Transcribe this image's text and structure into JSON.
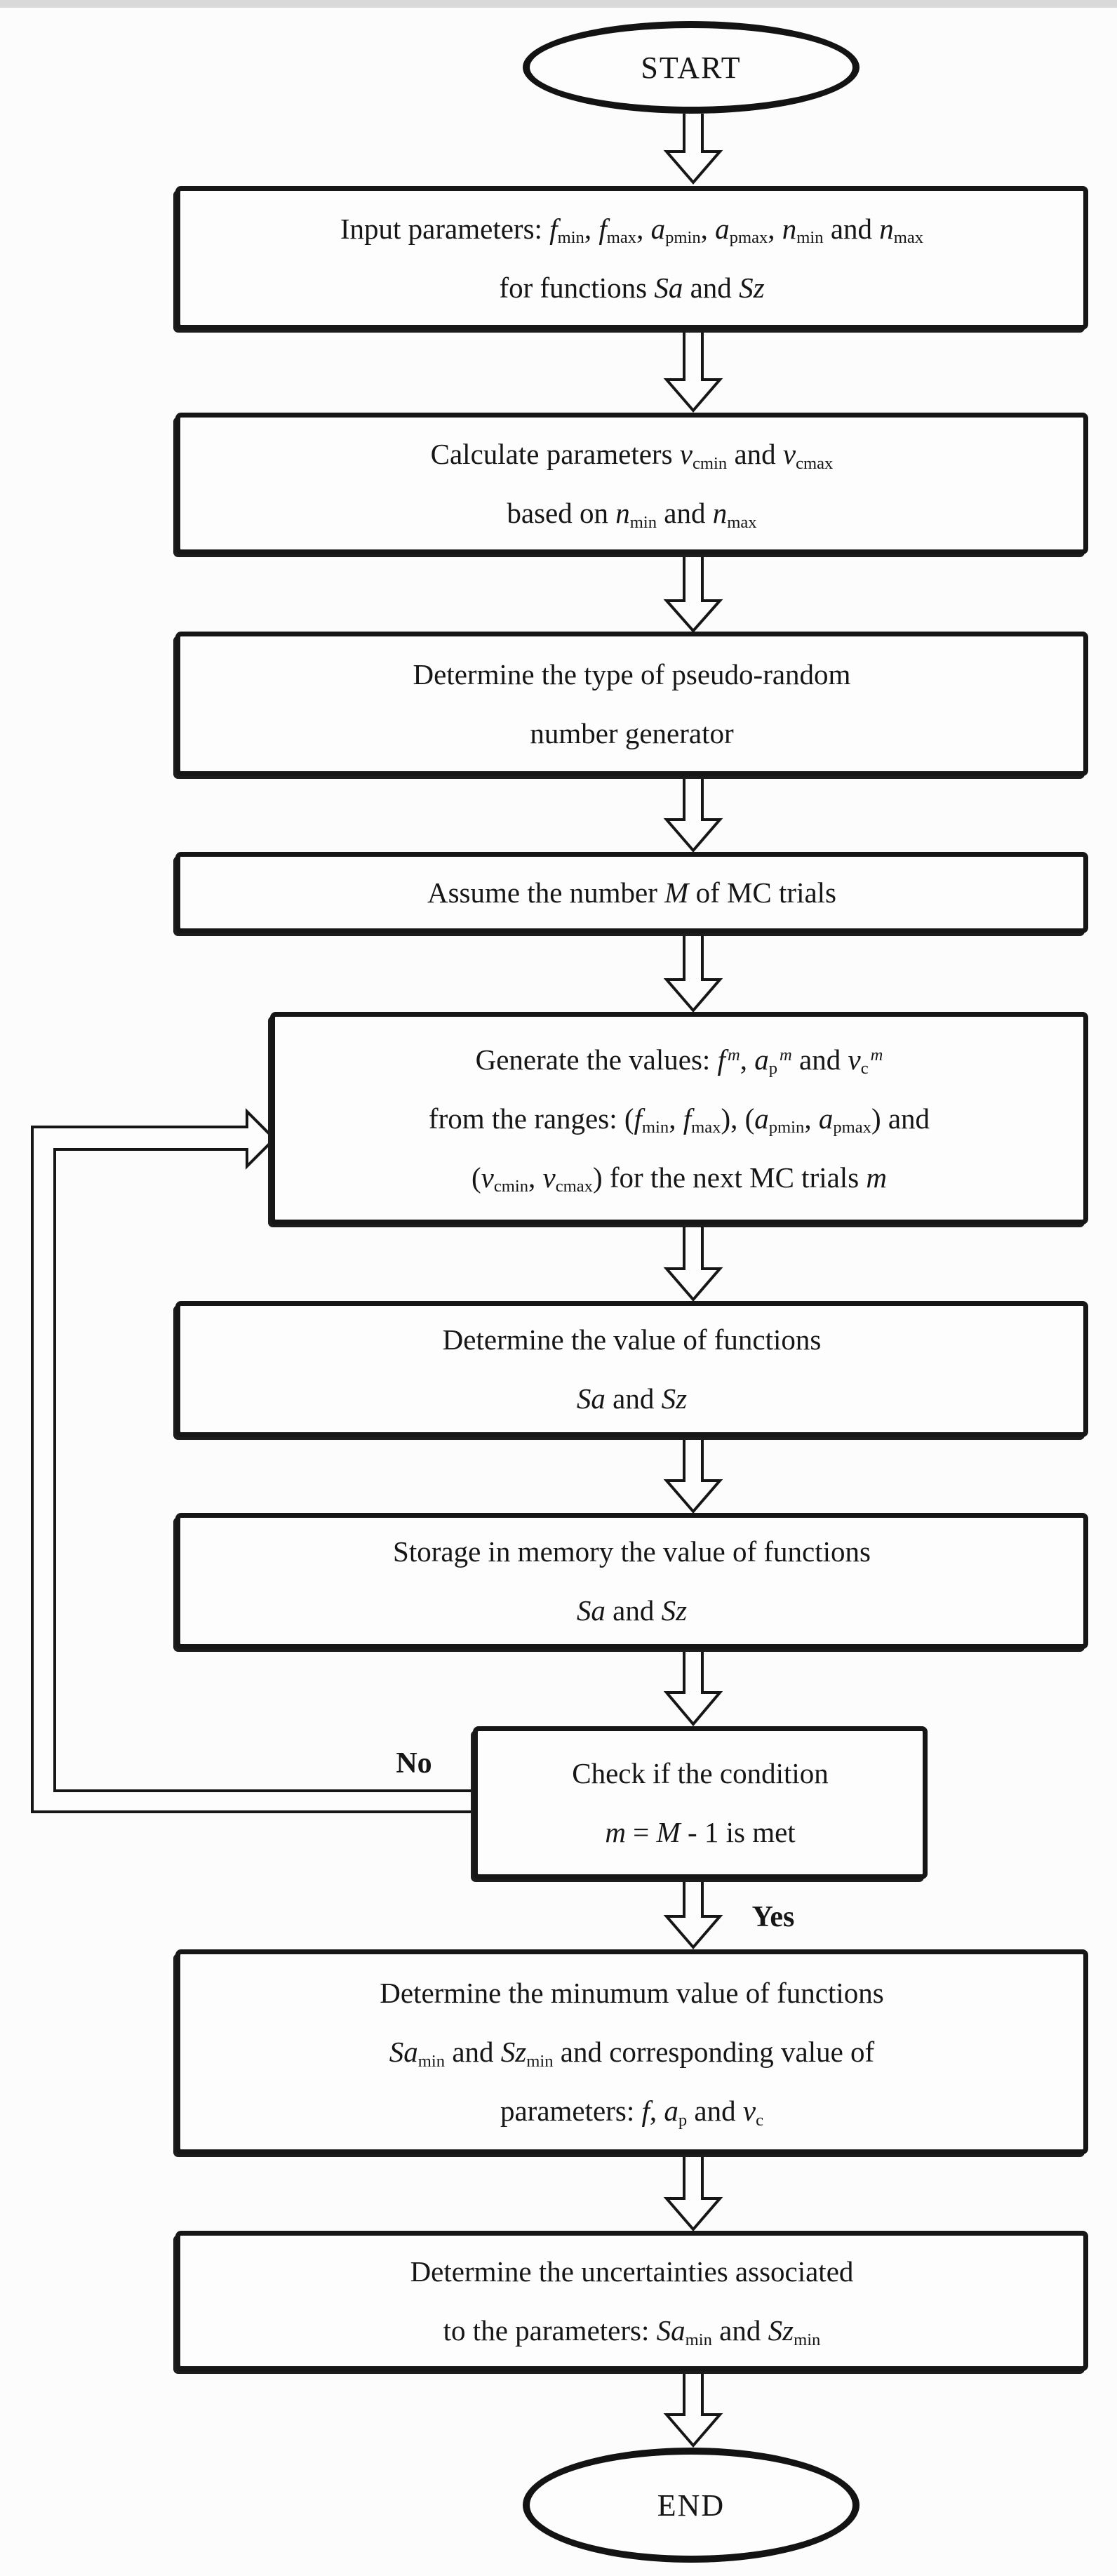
{
  "colors": {
    "ink": "#161616",
    "paper": "#fdfdfd"
  },
  "edge_labels": {
    "no": "No",
    "yes": "Yes"
  },
  "nodes": {
    "start": {
      "shape": "terminator",
      "lines": [
        [
          {
            "t": "START"
          }
        ]
      ]
    },
    "input_parameters": {
      "shape": "process",
      "lines": [
        [
          {
            "t": "Input parameters: "
          },
          {
            "t": "f",
            "s": "i"
          },
          {
            "t": "min",
            "s": "sub"
          },
          {
            "t": ", "
          },
          {
            "t": "f",
            "s": "i"
          },
          {
            "t": "max",
            "s": "sub"
          },
          {
            "t": ", "
          },
          {
            "t": "a",
            "s": "i"
          },
          {
            "t": "pmin",
            "s": "sub"
          },
          {
            "t": ", "
          },
          {
            "t": "a",
            "s": "i"
          },
          {
            "t": "pmax",
            "s": "sub"
          },
          {
            "t": ", "
          },
          {
            "t": "n",
            "s": "i"
          },
          {
            "t": "min",
            "s": "sub"
          },
          {
            "t": " and "
          },
          {
            "t": "n",
            "s": "i"
          },
          {
            "t": "max",
            "s": "sub"
          }
        ],
        [
          {
            "t": "for functions "
          },
          {
            "t": "Sa",
            "s": "i"
          },
          {
            "t": " and "
          },
          {
            "t": "Sz",
            "s": "i"
          }
        ]
      ]
    },
    "calculate_vc": {
      "shape": "process",
      "lines": [
        [
          {
            "t": "Calculate parameters "
          },
          {
            "t": "v",
            "s": "i"
          },
          {
            "t": "cmin",
            "s": "sub"
          },
          {
            "t": " and "
          },
          {
            "t": "v",
            "s": "i"
          },
          {
            "t": "cmax",
            "s": "sub"
          }
        ],
        [
          {
            "t": "based on "
          },
          {
            "t": "n",
            "s": "i"
          },
          {
            "t": "min",
            "s": "sub"
          },
          {
            "t": " and "
          },
          {
            "t": "n",
            "s": "i"
          },
          {
            "t": "max",
            "s": "sub"
          }
        ]
      ]
    },
    "prng_type": {
      "shape": "process",
      "lines": [
        [
          {
            "t": "Determine the type of pseudo-random"
          }
        ],
        [
          {
            "t": "number generator"
          }
        ]
      ]
    },
    "mc_trials": {
      "shape": "process",
      "lines": [
        [
          {
            "t": "Assume the number "
          },
          {
            "t": "M",
            "s": "i"
          },
          {
            "t": " of MC trials"
          }
        ]
      ]
    },
    "generate_values": {
      "shape": "process",
      "lines": [
        [
          {
            "t": "Generate the values: "
          },
          {
            "t": "f",
            "s": "i"
          },
          {
            "t": "m",
            "s": "isup"
          },
          {
            "t": ", "
          },
          {
            "t": "a",
            "s": "i"
          },
          {
            "t": "p",
            "s": "sub"
          },
          {
            "t": "m",
            "s": "isup"
          },
          {
            "t": " and "
          },
          {
            "t": "v",
            "s": "i"
          },
          {
            "t": "c",
            "s": "sub"
          },
          {
            "t": "m",
            "s": "isup"
          }
        ],
        [
          {
            "t": "from the ranges: ("
          },
          {
            "t": "f",
            "s": "i"
          },
          {
            "t": "min",
            "s": "sub"
          },
          {
            "t": ", "
          },
          {
            "t": "f",
            "s": "i"
          },
          {
            "t": "max",
            "s": "sub"
          },
          {
            "t": "), ("
          },
          {
            "t": "a",
            "s": "i"
          },
          {
            "t": "pmin",
            "s": "sub"
          },
          {
            "t": ", "
          },
          {
            "t": "a",
            "s": "i"
          },
          {
            "t": "pmax",
            "s": "sub"
          },
          {
            "t": ") and"
          }
        ],
        [
          {
            "t": "("
          },
          {
            "t": "v",
            "s": "i"
          },
          {
            "t": "cmin",
            "s": "sub"
          },
          {
            "t": ", "
          },
          {
            "t": "v",
            "s": "i"
          },
          {
            "t": "cmax",
            "s": "sub"
          },
          {
            "t": ") for the next MC trials "
          },
          {
            "t": "m",
            "s": "i"
          }
        ]
      ]
    },
    "determine_functions": {
      "shape": "process",
      "lines": [
        [
          {
            "t": "Determine the value of functions"
          }
        ],
        [
          {
            "t": "Sa",
            "s": "i"
          },
          {
            "t": " and "
          },
          {
            "t": "Sz",
            "s": "i"
          }
        ]
      ]
    },
    "storage_memory": {
      "shape": "process",
      "lines": [
        [
          {
            "t": "Storage in memory the value of functions"
          }
        ],
        [
          {
            "t": "Sa",
            "s": "i"
          },
          {
            "t": " and "
          },
          {
            "t": "Sz",
            "s": "i"
          }
        ]
      ]
    },
    "check_condition": {
      "shape": "decision",
      "lines": [
        [
          {
            "t": "Check if the condition"
          }
        ],
        [
          {
            "t": "m",
            "s": "i"
          },
          {
            "t": " = "
          },
          {
            "t": "M",
            "s": "i"
          },
          {
            "t": " - 1 is met"
          }
        ]
      ]
    },
    "minimum_value": {
      "shape": "process",
      "lines": [
        [
          {
            "t": "Determine the minumum value of functions"
          }
        ],
        [
          {
            "t": "Sa",
            "s": "i"
          },
          {
            "t": "min",
            "s": "sub"
          },
          {
            "t": " and "
          },
          {
            "t": "Sz",
            "s": "i"
          },
          {
            "t": "min",
            "s": "sub"
          },
          {
            "t": " and corresponding value of"
          }
        ],
        [
          {
            "t": "parameters: "
          },
          {
            "t": "f",
            "s": "i"
          },
          {
            "t": ", "
          },
          {
            "t": "a",
            "s": "i"
          },
          {
            "t": "p",
            "s": "sub"
          },
          {
            "t": " and "
          },
          {
            "t": "v",
            "s": "i"
          },
          {
            "t": "c",
            "s": "sub"
          }
        ]
      ]
    },
    "uncertainties": {
      "shape": "process",
      "lines": [
        [
          {
            "t": "Determine the uncertainties associated"
          }
        ],
        [
          {
            "t": "to the parameters: "
          },
          {
            "t": "Sa",
            "s": "i"
          },
          {
            "t": "min",
            "s": "sub"
          },
          {
            "t": " and "
          },
          {
            "t": "Sz",
            "s": "i"
          },
          {
            "t": "min",
            "s": "sub"
          }
        ]
      ]
    },
    "end": {
      "shape": "terminator",
      "lines": [
        [
          {
            "t": "END"
          }
        ]
      ]
    }
  }
}
